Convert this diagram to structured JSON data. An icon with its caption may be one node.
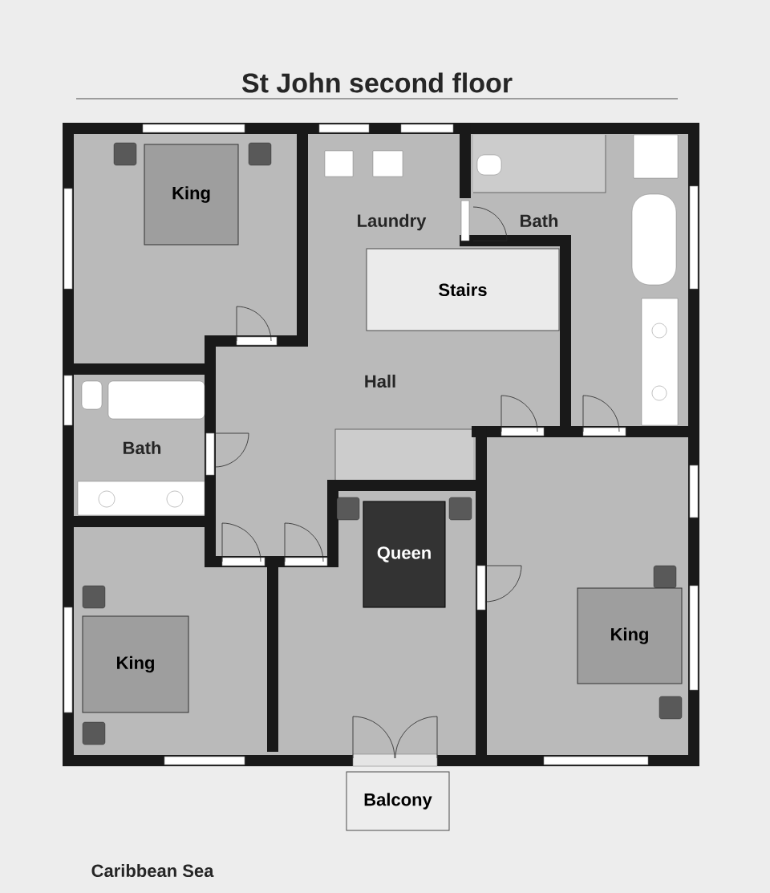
{
  "diagram": {
    "title": "St John second floor",
    "nodes": [
      {
        "text": [
          "King"
        ]
      },
      {
        "text": [
          "Stairs"
        ]
      },
      {
        "text": [
          "Queen"
        ]
      },
      {
        "text": [
          "King"
        ]
      },
      {
        "text": [
          "King"
        ]
      },
      {
        "text": [
          "Balcony"
        ]
      }
    ],
    "labels": [
      "Laundry",
      "Bath",
      "Hall",
      "Bath",
      "Caribbean Sea"
    ]
  }
}
